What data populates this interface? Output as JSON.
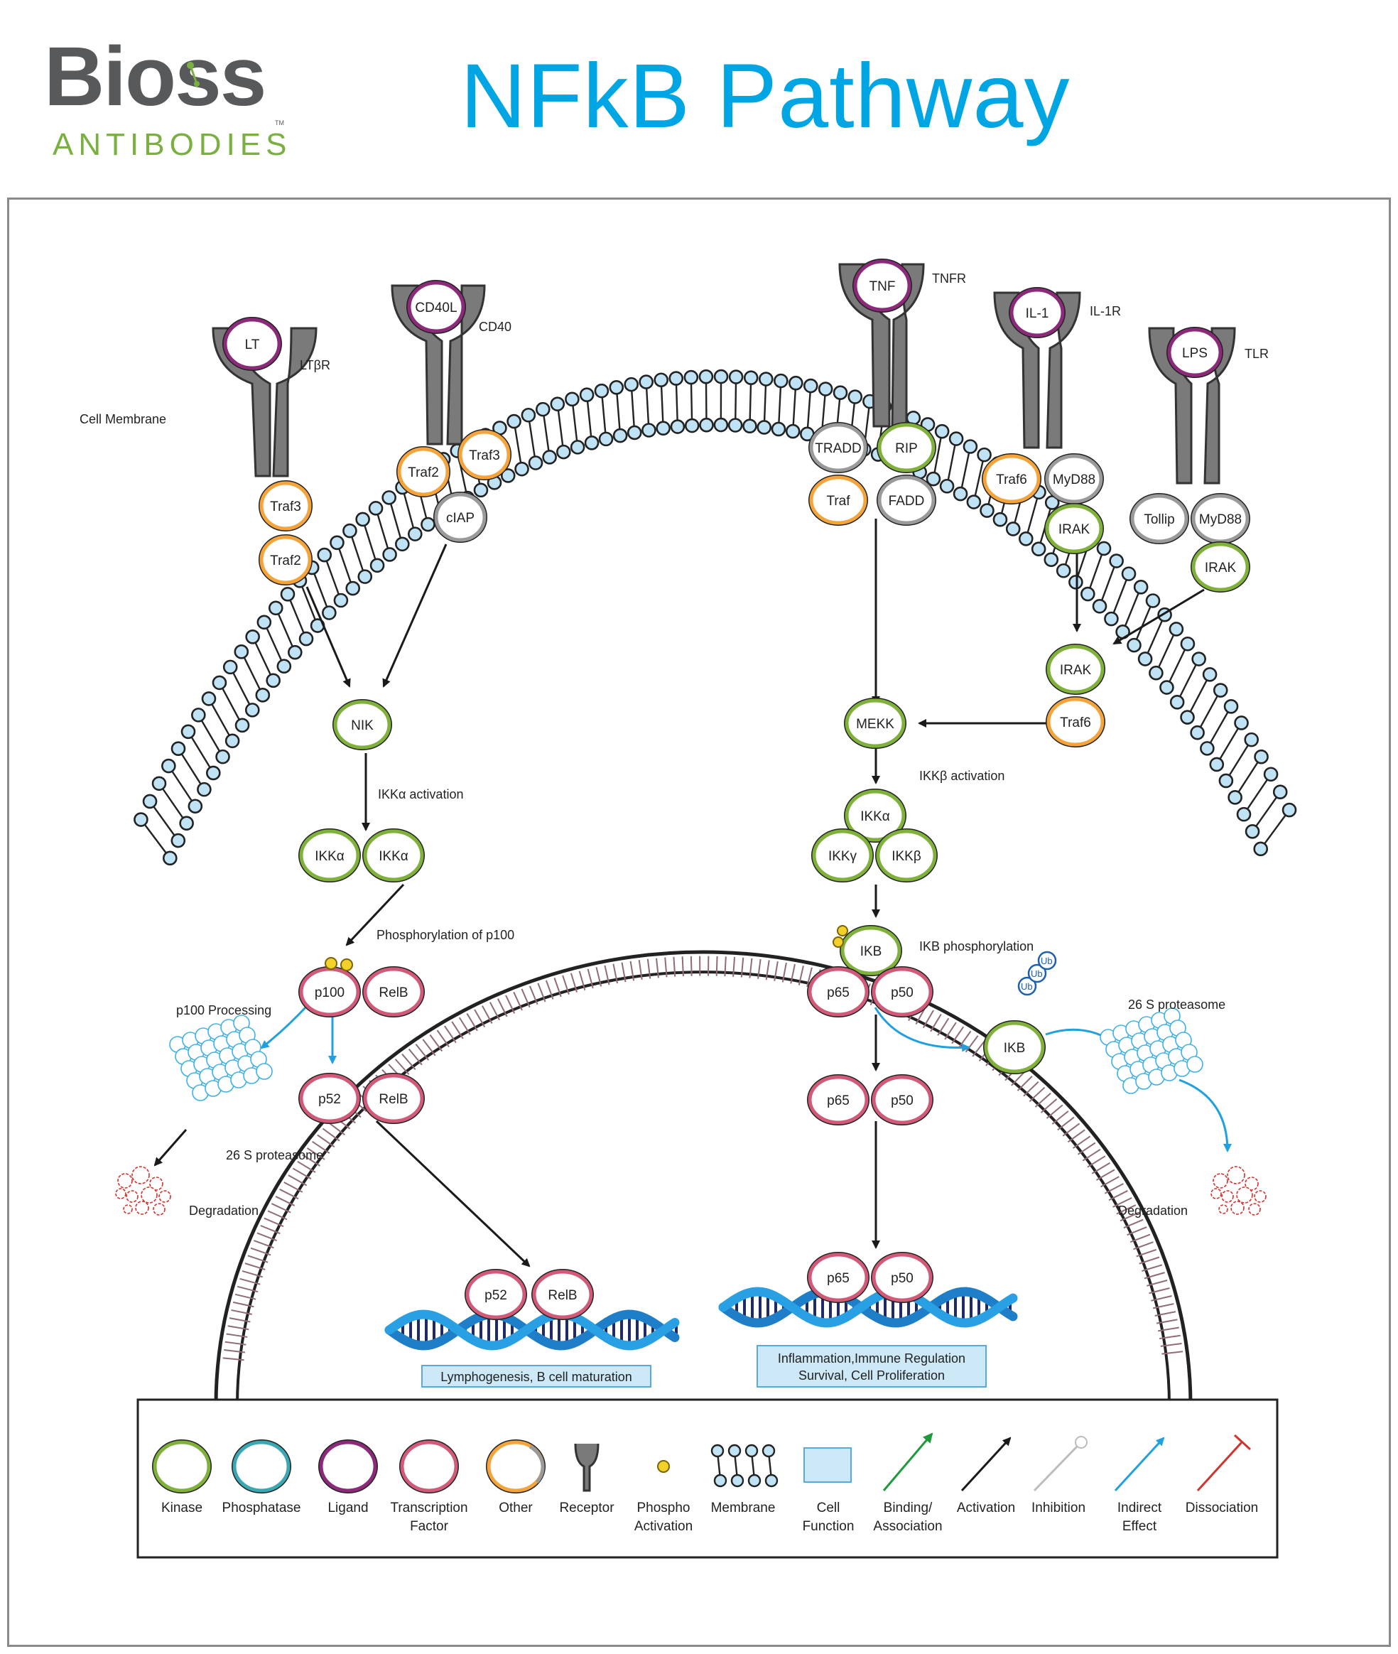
{
  "logo": {
    "brand": "Bioss",
    "subtitle": "ANTIBODIES",
    "tm": "TM"
  },
  "title": "NFkB Pathway",
  "labels": {
    "cell_membrane": "Cell Membrane",
    "ltbr": "LTβR",
    "cd40": "CD40",
    "tnfr": "TNFR",
    "il1r": "IL-1R",
    "tlr": "TLR",
    "ikka_activation": "IKKα activation",
    "ikkb_activation": "IKKβ  activation",
    "phos_p100": "Phosphorylation of p100",
    "p100_processing": "p100 Processing",
    "proteasome_left": "26 S proteasome",
    "proteasome_right": "26 S proteasome",
    "degradation_left": "Degradation",
    "degradation_right": "Degradation",
    "ikb_phos": "IKB phosphorylation",
    "func_left": "Lymphogenesis, B cell maturation",
    "func_right_1": "Inflammation,Immune Regulation",
    "func_right_2": "Survival, Cell Proliferation"
  },
  "nodes": {
    "lt": "LT",
    "cd40l": "CD40L",
    "tnf": "TNF",
    "il1": "IL-1",
    "lps": "LPS",
    "traf3_a": "Traf3",
    "traf2_a": "Traf2",
    "traf2_b": "Traf2",
    "traf3_b": "Traf3",
    "ciap": "cIAP",
    "tradd": "TRADD",
    "rip": "RIP",
    "traf": "Traf",
    "fadd": "FADD",
    "traf6_a": "Traf6",
    "myd88_a": "MyD88",
    "irak_a": "IRAK",
    "tollip": "Tollip",
    "myd88_b": "MyD88",
    "irak_b": "IRAK",
    "irak_c": "IRAK",
    "traf6_b": "Traf6",
    "nik": "NIK",
    "mekk": "MEKK",
    "ikka_l1": "IKKα",
    "ikka_l2": "IKKα",
    "ikka_r": "IKKα",
    "ikkg": "IKKγ",
    "ikkb": "IKKβ",
    "p100": "p100",
    "relb_1": "RelB",
    "p52_1": "p52",
    "relb_2": "RelB",
    "p52_3": "p52",
    "relb_3": "RelB",
    "ikb_1": "IKB",
    "p65_1": "p65",
    "p50_1": "p50",
    "ikb_2": "IKB",
    "p65_2": "p65",
    "p50_2": "p50",
    "p65_3": "p65",
    "p50_3": "p50",
    "ub": "Ub"
  },
  "legend": [
    {
      "key": "kinase",
      "label": "Kinase"
    },
    {
      "key": "phosphatase",
      "label": "Phosphatase"
    },
    {
      "key": "ligand",
      "label": "Ligand"
    },
    {
      "key": "tf",
      "label": "Transcription",
      "label2": "Factor"
    },
    {
      "key": "other",
      "label": "Other"
    },
    {
      "key": "receptor",
      "label": "Receptor"
    },
    {
      "key": "phospho",
      "label": "Phospho",
      "label2": "Activation"
    },
    {
      "key": "membrane",
      "label": "Membrane"
    },
    {
      "key": "cellfunction",
      "label": "Cell",
      "label2": "Function"
    },
    {
      "key": "binding",
      "label": "Binding/",
      "label2": "Association"
    },
    {
      "key": "activation",
      "label": "Activation"
    },
    {
      "key": "inhibition",
      "label": "Inhibition"
    },
    {
      "key": "indirect",
      "label": "Indirect",
      "label2": "Effect"
    },
    {
      "key": "dissociation",
      "label": "Dissociation"
    }
  ],
  "colors": {
    "title": "#00a6e3",
    "logo_gray": "#58595b",
    "logo_green": "#7ab040",
    "kinase": "#7fb13b",
    "phosphatase": "#3aa8b3",
    "ligand": "#8c2a7a",
    "tf": "#d05a78",
    "other_orange": "#f4a43a",
    "other_gray": "#9a9a9a",
    "membrane": "#bfe3f4",
    "indirect": "#20a0e0",
    "binding": "#1f9a3a",
    "dissociation": "#d0342c",
    "inhibition": "#bcbcbc"
  }
}
